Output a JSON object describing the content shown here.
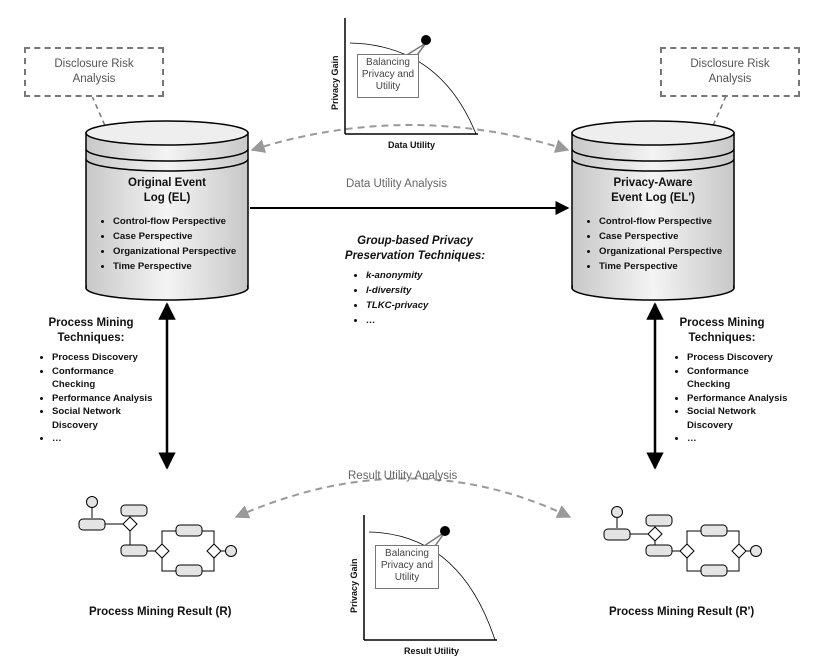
{
  "disclosure_left": {
    "line1": "Disclosure Risk",
    "line2": "Analysis"
  },
  "disclosure_right": {
    "line1": "Disclosure Risk",
    "line2": "Analysis"
  },
  "left_db": {
    "title_line1": "Original Event",
    "title_line2": "Log (EL)",
    "items": [
      "Control-flow Perspective",
      "Case Perspective",
      "Organizational Perspective",
      "Time Perspective"
    ]
  },
  "right_db": {
    "title_line1": "Privacy-Aware",
    "title_line2": "Event Log (EL')",
    "items": [
      "Control-flow Perspective",
      "Case Perspective",
      "Organizational Perspective",
      "Time Perspective"
    ]
  },
  "top_chart": {
    "ylabel": "Privacy Gain",
    "xlabel": "Data Utility",
    "callout": [
      "Balancing",
      "Privacy and",
      "Utility"
    ]
  },
  "bottom_chart": {
    "ylabel": "Privacy Gain",
    "xlabel": "Result Utility",
    "callout": [
      "Balancing",
      "Privacy and",
      "Utility"
    ]
  },
  "data_utility_label": "Data Utility Analysis",
  "result_utility_label": "Result Utility Analysis",
  "group_privacy": {
    "heading_line1": "Group-based Privacy",
    "heading_line2": "Preservation Techniques:",
    "items": [
      "k-anonymity",
      "l-diversity",
      "TLKC-privacy",
      "…"
    ]
  },
  "pm_left": {
    "heading_line1": "Process Mining",
    "heading_line2": "Techniques:",
    "items": [
      "Process Discovery",
      "Conformance Checking",
      "Performance Analysis",
      "Social Network Discovery",
      "…"
    ]
  },
  "pm_right": {
    "heading_line1": "Process Mining",
    "heading_line2": "Techniques:",
    "items": [
      "Process Discovery",
      "Conformance Checking",
      "Performance Analysis",
      "Social Network Discovery",
      "…"
    ]
  },
  "result_left": "Process Mining Result (R)",
  "result_right": "Process Mining Result (R')",
  "colors": {
    "gray_arrow": "#999999",
    "db_fill": "#e6e6e6",
    "dashed_border": "#777777"
  }
}
